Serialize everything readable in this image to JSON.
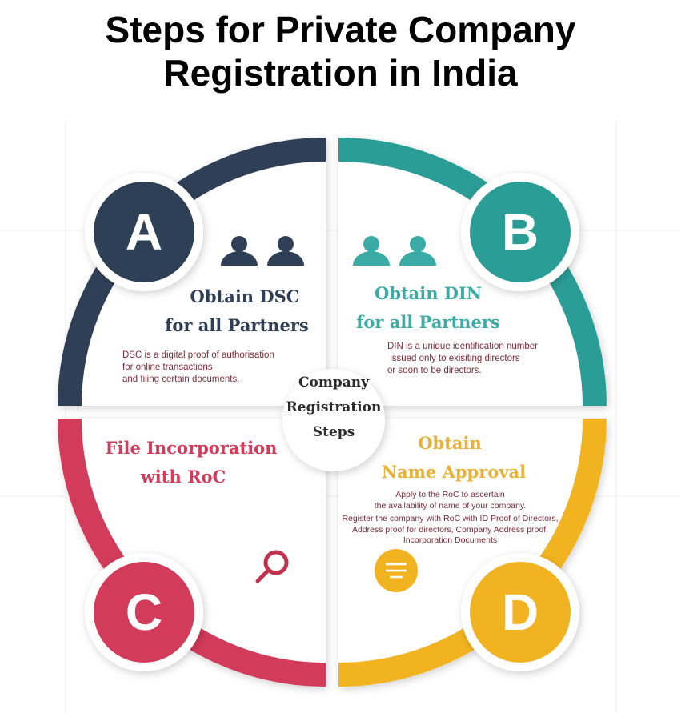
{
  "title": {
    "line1": "Steps for Private Company",
    "line2": "Registration in India"
  },
  "center": {
    "line1": "Company",
    "line2": "Registration",
    "line3": "Steps"
  },
  "steps": [
    {
      "letter": "A",
      "title1": "Obtain DSC",
      "title2": "for all Partners",
      "desc": [
        "DSC is a digital proof of authorisation",
        "for online transactions",
        "and filing certain documents."
      ],
      "color": "#2f3f56",
      "icon": "people-icon"
    },
    {
      "letter": "B",
      "title1": "Obtain DIN",
      "title2": "for all Partners",
      "desc": [
        "DIN is a unique identification number",
        " issued only to exisiting directors",
        "or soon to be directors."
      ],
      "color": "#2a9d96",
      "icon": "people-icon"
    },
    {
      "letter": "C",
      "title1": "File Incorporation",
      "title2": "with RoC",
      "color": "#d23b5a",
      "icon": "search-icon"
    },
    {
      "letter": "D",
      "title1": "Obtain",
      "title2": "Name Approval",
      "desc": [
        "Apply to the RoC to ascertain",
        "the availability of name of your company.",
        "Register the company with RoC with ID Proof of Directors,",
        "Address proof for directors, Company Address proof,",
        "Incorporation Documents"
      ],
      "color": "#f2b320",
      "icon": "document-lines-icon"
    }
  ]
}
